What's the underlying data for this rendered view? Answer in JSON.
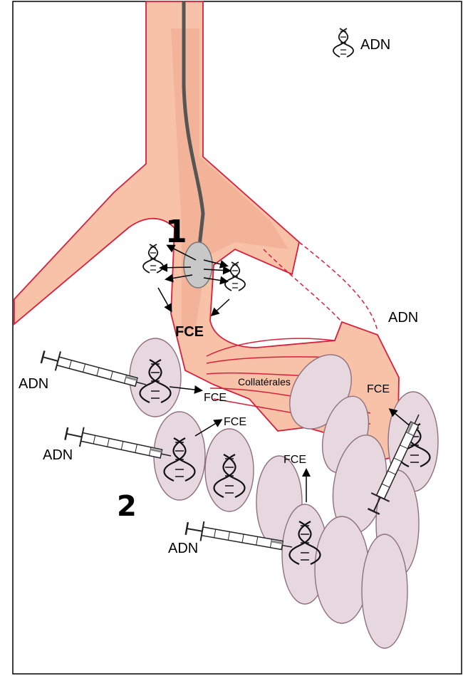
{
  "legend": {
    "label": "ADN",
    "icon": "dna-helix-icon"
  },
  "steps": {
    "step1": "1",
    "step2": "2"
  },
  "labels": {
    "fce_main": "FCE",
    "fce_left_collateral": "FCE",
    "fce_left_lower": "FCE",
    "fce_bottom": "FCE",
    "fce_right": "FCE",
    "collaterales": "Collatérales"
  },
  "injections": {
    "top_left": "ADN",
    "middle_left": "ADN",
    "bottom": "ADN",
    "right": "ADN"
  },
  "colors": {
    "vessel_fill": "#f7c2a8",
    "vessel_dark": "#eea184",
    "vessel_outline": "#d8203c",
    "muscle_fill": "#e7d8df",
    "muscle_outline": "#8f6f7f",
    "balloon": "#c8c8c8"
  }
}
